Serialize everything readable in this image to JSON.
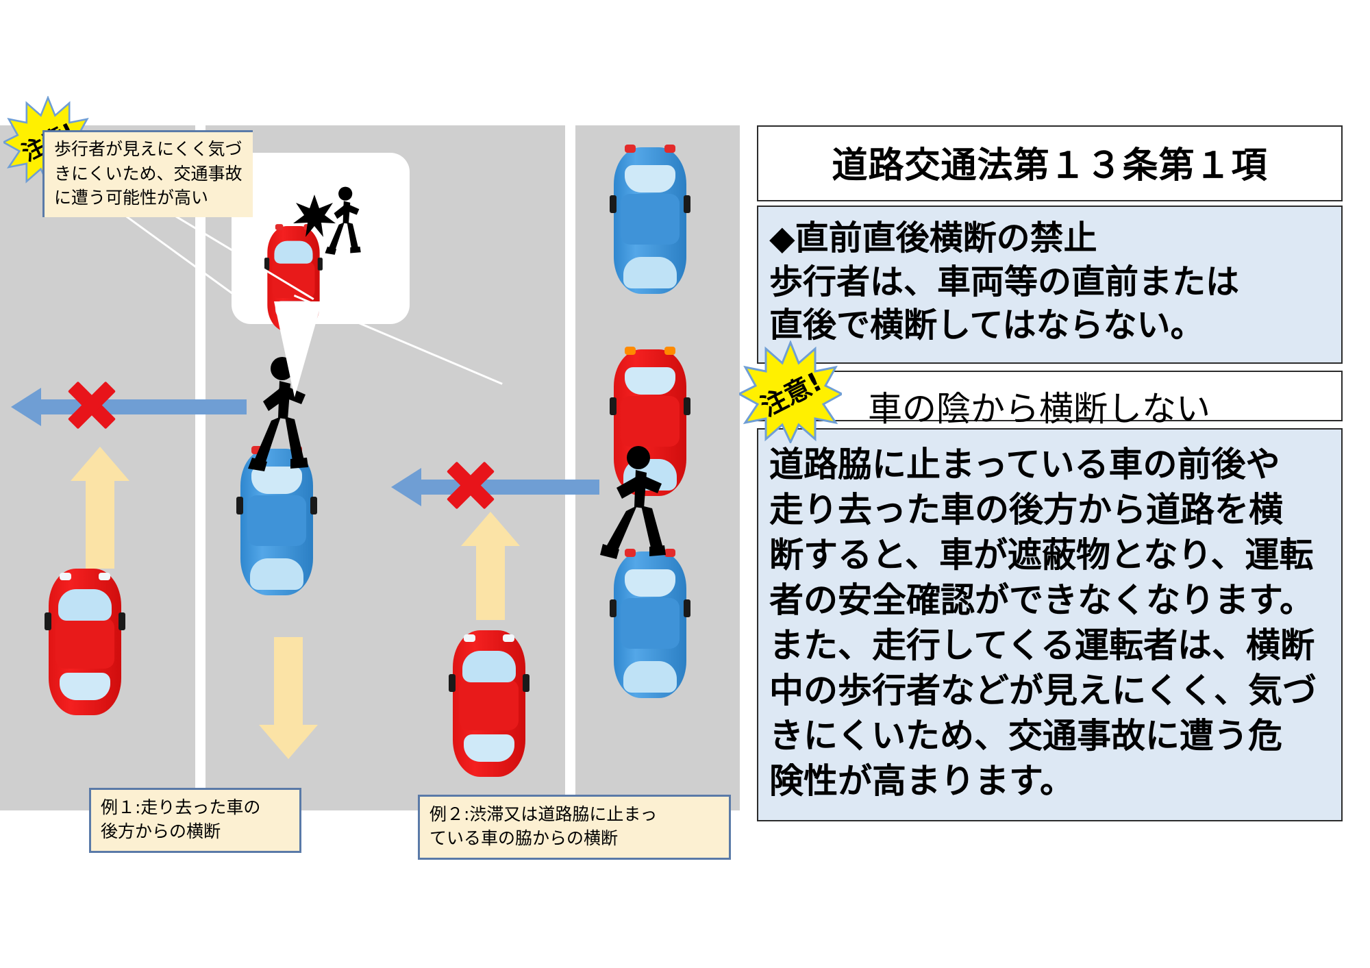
{
  "panel": {
    "title": "道路交通法第１３条第１項",
    "law_lines": [
      "◆直前直後横断の禁止",
      "歩行者は、車両等の直前または",
      "直後で横断してはならない。"
    ],
    "warning_badge": "注意!",
    "subtitle": "車の陰から横断しない",
    "body_lines": [
      "道路脇に止まっている車の前後や",
      "走り去った車の後方から道路を横",
      "断すると、車が遮蔽物となり、運転",
      "者の安全確認ができなくなります。",
      "また、走行してくる運転者は、横断",
      "中の歩行者などが見えにくく、気づ",
      "きにくいため、交通事故に遭う危",
      "険性が高まります。"
    ]
  },
  "illustration": {
    "warning_badge": "注意!",
    "callout_lines": [
      "歩行者が見えにくく気づ",
      "きにくいため、交通事故",
      "に遭う可能性が高い"
    ],
    "caption1_lines": [
      "例１:走り去った車の",
      "後方からの横断"
    ],
    "caption2_lines": [
      "例２:渋滞又は道路脇に止まっ",
      "ている車の脇からの横断"
    ]
  },
  "colors": {
    "road_gray": "#cfcfcf",
    "lane_white": "#ffffff",
    "car_red": "#e81a1a",
    "car_blue": "#3f93d8",
    "x_red": "#e8141a",
    "arrow_blue": "#6f9ed4",
    "arrow_yellow": "#fbe3a6",
    "panel_blue": "#dde8f4",
    "caption_cream": "#fcf0d2",
    "caption_border": "#5a7aa8",
    "burst_yellow": "#fff000"
  }
}
